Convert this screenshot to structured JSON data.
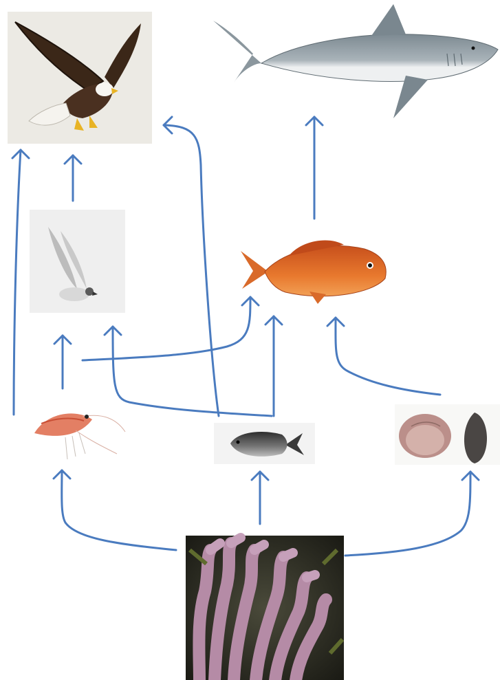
{
  "diagram": {
    "type": "food-web",
    "arrow_color": "#4a7bbf",
    "organisms": [
      {
        "id": "eagle",
        "icon": "bald-eagle-icon"
      },
      {
        "id": "shark",
        "icon": "great-white-shark-icon"
      },
      {
        "id": "seabird",
        "icon": "seabird-icon"
      },
      {
        "id": "fish",
        "icon": "orange-fish-icon"
      },
      {
        "id": "shrimp",
        "icon": "shrimp-icon"
      },
      {
        "id": "small-fish",
        "icon": "small-fish-icon"
      },
      {
        "id": "clams",
        "icon": "clam-shells-icon"
      },
      {
        "id": "coral",
        "icon": "coral-icon"
      }
    ],
    "edges": [
      {
        "from": "seabird",
        "to": "eagle"
      },
      {
        "from": "shrimp",
        "to": "eagle"
      },
      {
        "from": "small-fish",
        "to": "eagle"
      },
      {
        "from": "fish",
        "to": "shark"
      },
      {
        "from": "shrimp",
        "to": "seabird"
      },
      {
        "from": "small-fish",
        "to": "seabird"
      },
      {
        "from": "shrimp",
        "to": "fish"
      },
      {
        "from": "small-fish",
        "to": "fish"
      },
      {
        "from": "clams",
        "to": "fish"
      },
      {
        "from": "coral",
        "to": "shrimp"
      },
      {
        "from": "coral",
        "to": "small-fish"
      },
      {
        "from": "coral",
        "to": "clams"
      }
    ]
  }
}
